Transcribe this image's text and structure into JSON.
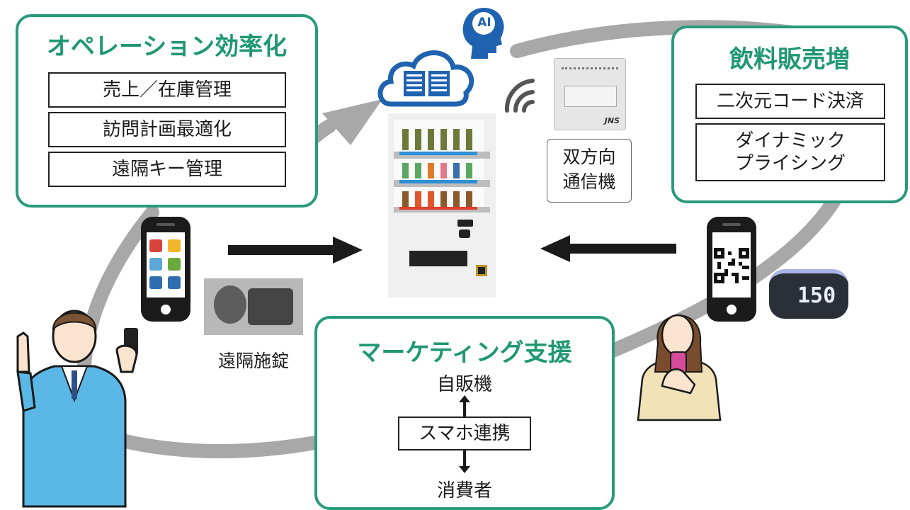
{
  "colors": {
    "accent": "#1f9872",
    "loop": "#a8a8a8",
    "arrow": "#1a1a1a"
  },
  "operation": {
    "title": "オペレーション効率化",
    "items": [
      "売上／在庫管理",
      "訪問計画最適化",
      "遠隔キー管理"
    ]
  },
  "sales": {
    "title": "飲料販売増",
    "items": [
      "二次元コード決済",
      "ダイナミック\nプライシング"
    ]
  },
  "marketing": {
    "title": "マーケティング支援",
    "top": "自販機",
    "middle": "スマホ連携",
    "bottom": "消費者"
  },
  "comm_device": {
    "label": "双方向\n通信機",
    "brand": "JNS"
  },
  "remote_lock": {
    "label": "遠隔施錠"
  },
  "cloud": {
    "badge": "AI"
  },
  "display": {
    "value": "150"
  },
  "icons": [
    "cloud-server-icon",
    "ai-brain-icon",
    "wifi-signal-icon",
    "qr-code-icon",
    "smartphone-icon",
    "vending-machine-icon"
  ]
}
